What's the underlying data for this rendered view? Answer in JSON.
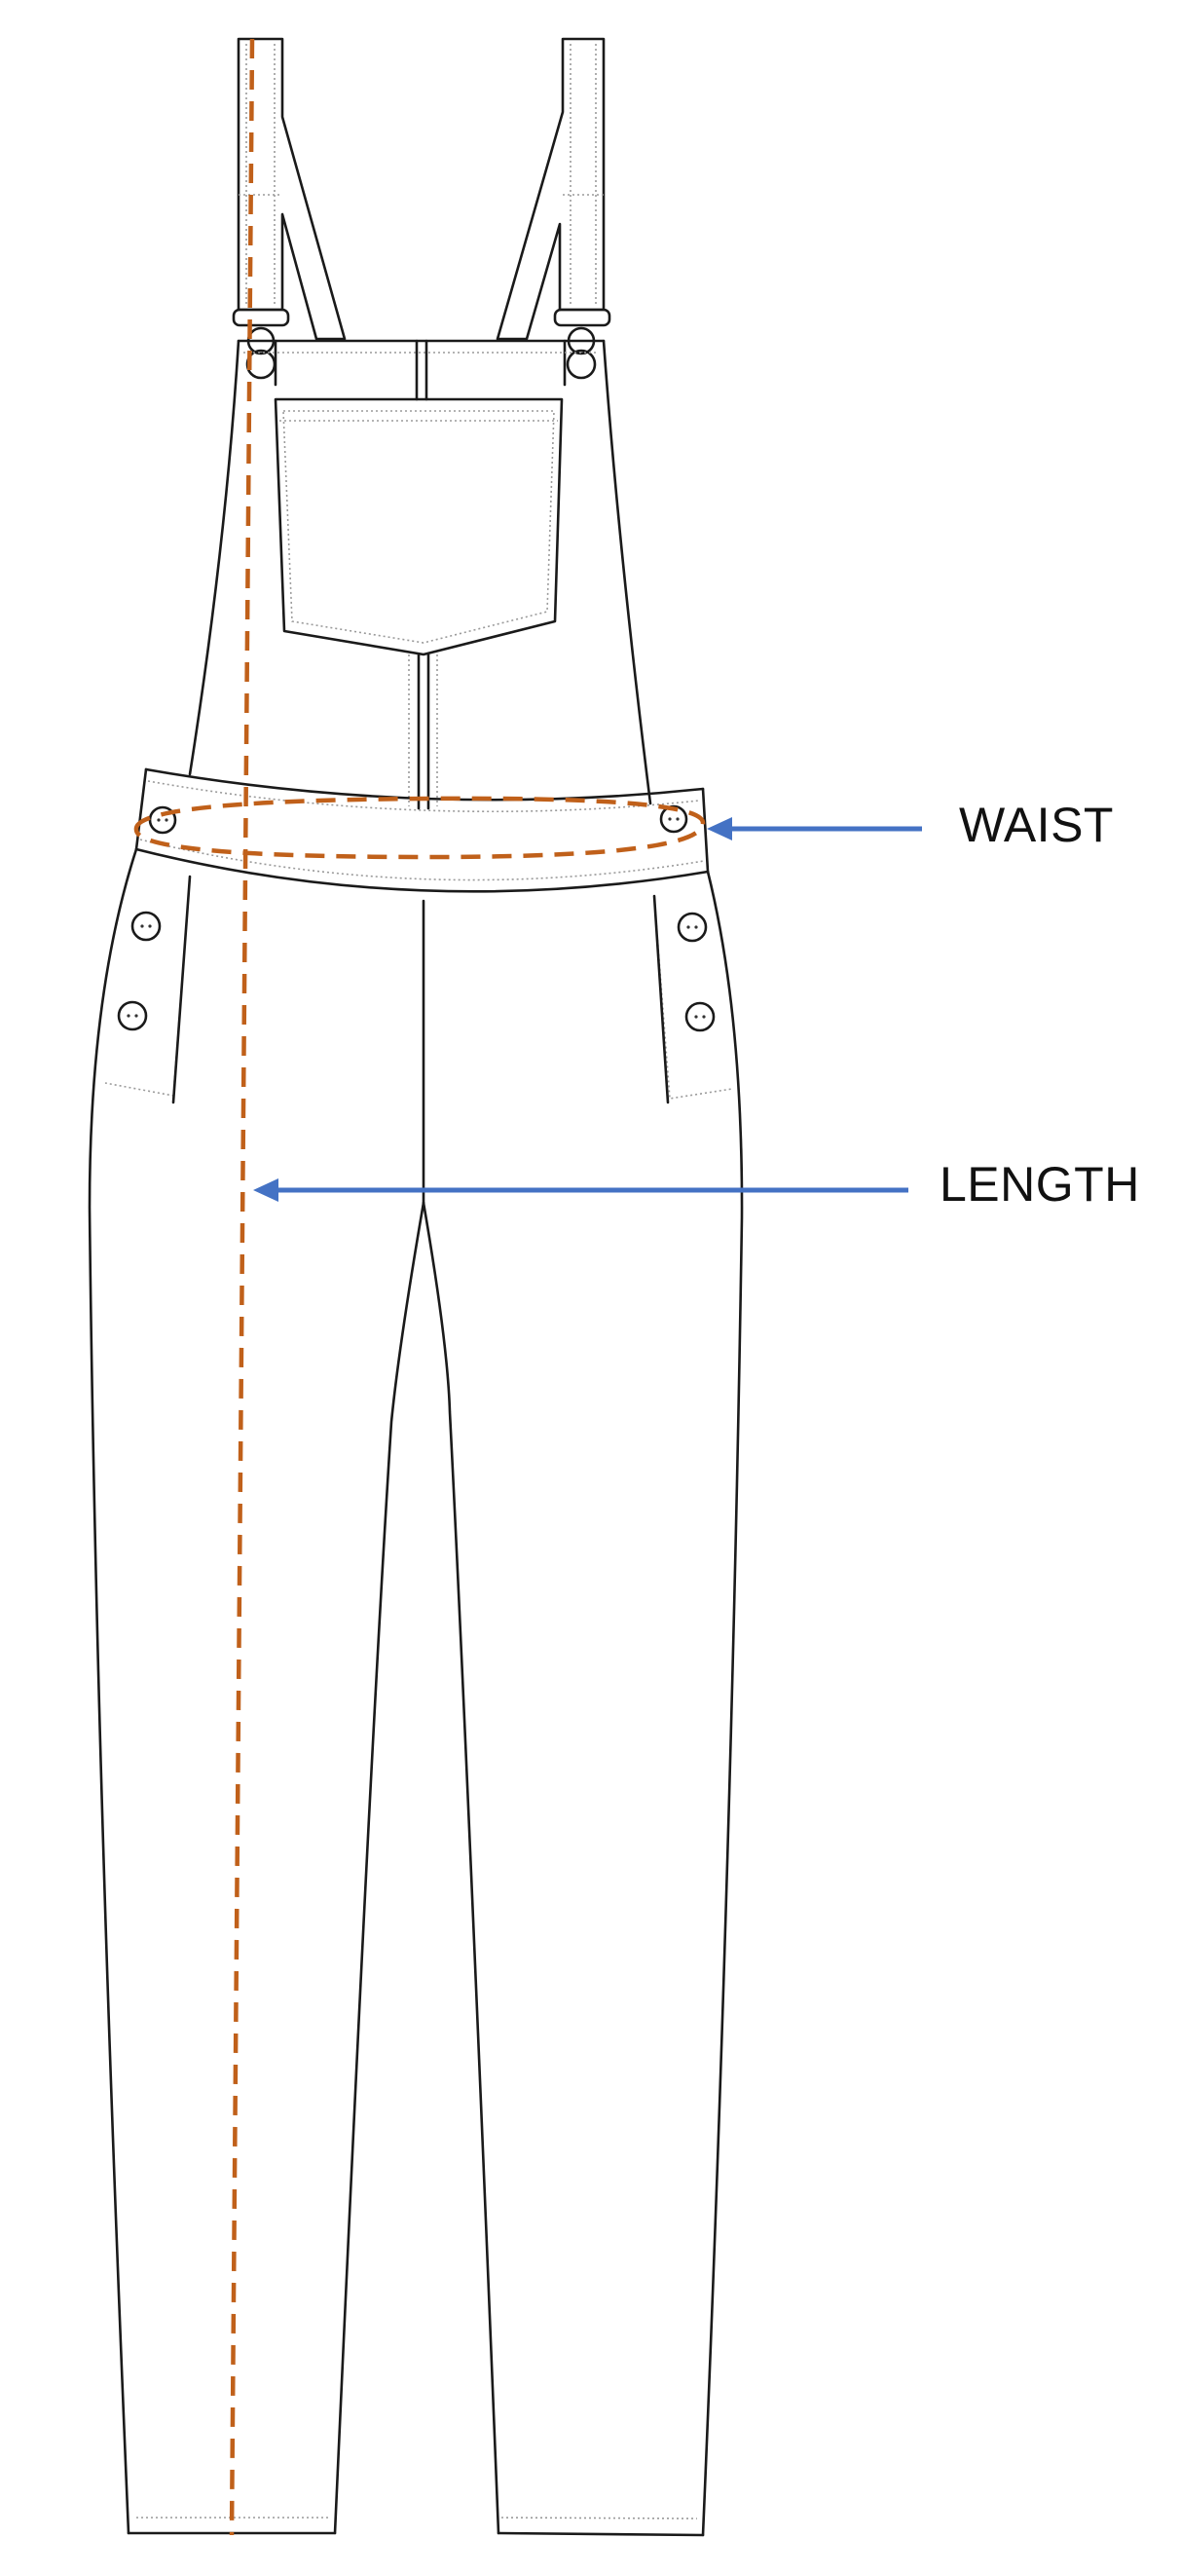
{
  "labels": {
    "waist": "WAIST",
    "length": "LENGTH"
  },
  "colors": {
    "outline": "#1a1a1a",
    "stitching": "#9a9a9a",
    "measurement_guide": "#c0601a",
    "pointer_arrow": "#4472c4",
    "background": "#ffffff"
  },
  "icons": {
    "garment": "overalls-flat-sketch",
    "pointer": "left-arrow"
  }
}
